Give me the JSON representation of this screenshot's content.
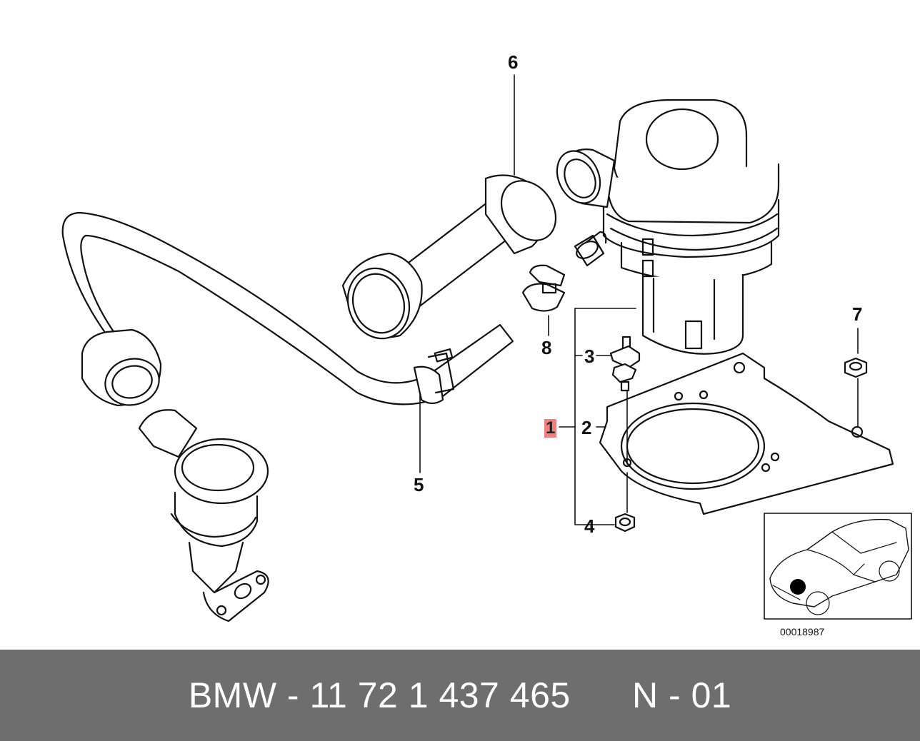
{
  "callouts": {
    "c1": "1",
    "c2": "2",
    "c3": "3",
    "c4": "4",
    "c5": "5",
    "c6": "6",
    "c7": "7",
    "c8": "8"
  },
  "reference_code": "00018987",
  "footer": {
    "part_label": "BMW - 11 72 1 437 465      N - 01"
  },
  "colors": {
    "footer_bg": "#6e6e6e",
    "highlight": "#f08080",
    "locator_dot": "#000000"
  }
}
